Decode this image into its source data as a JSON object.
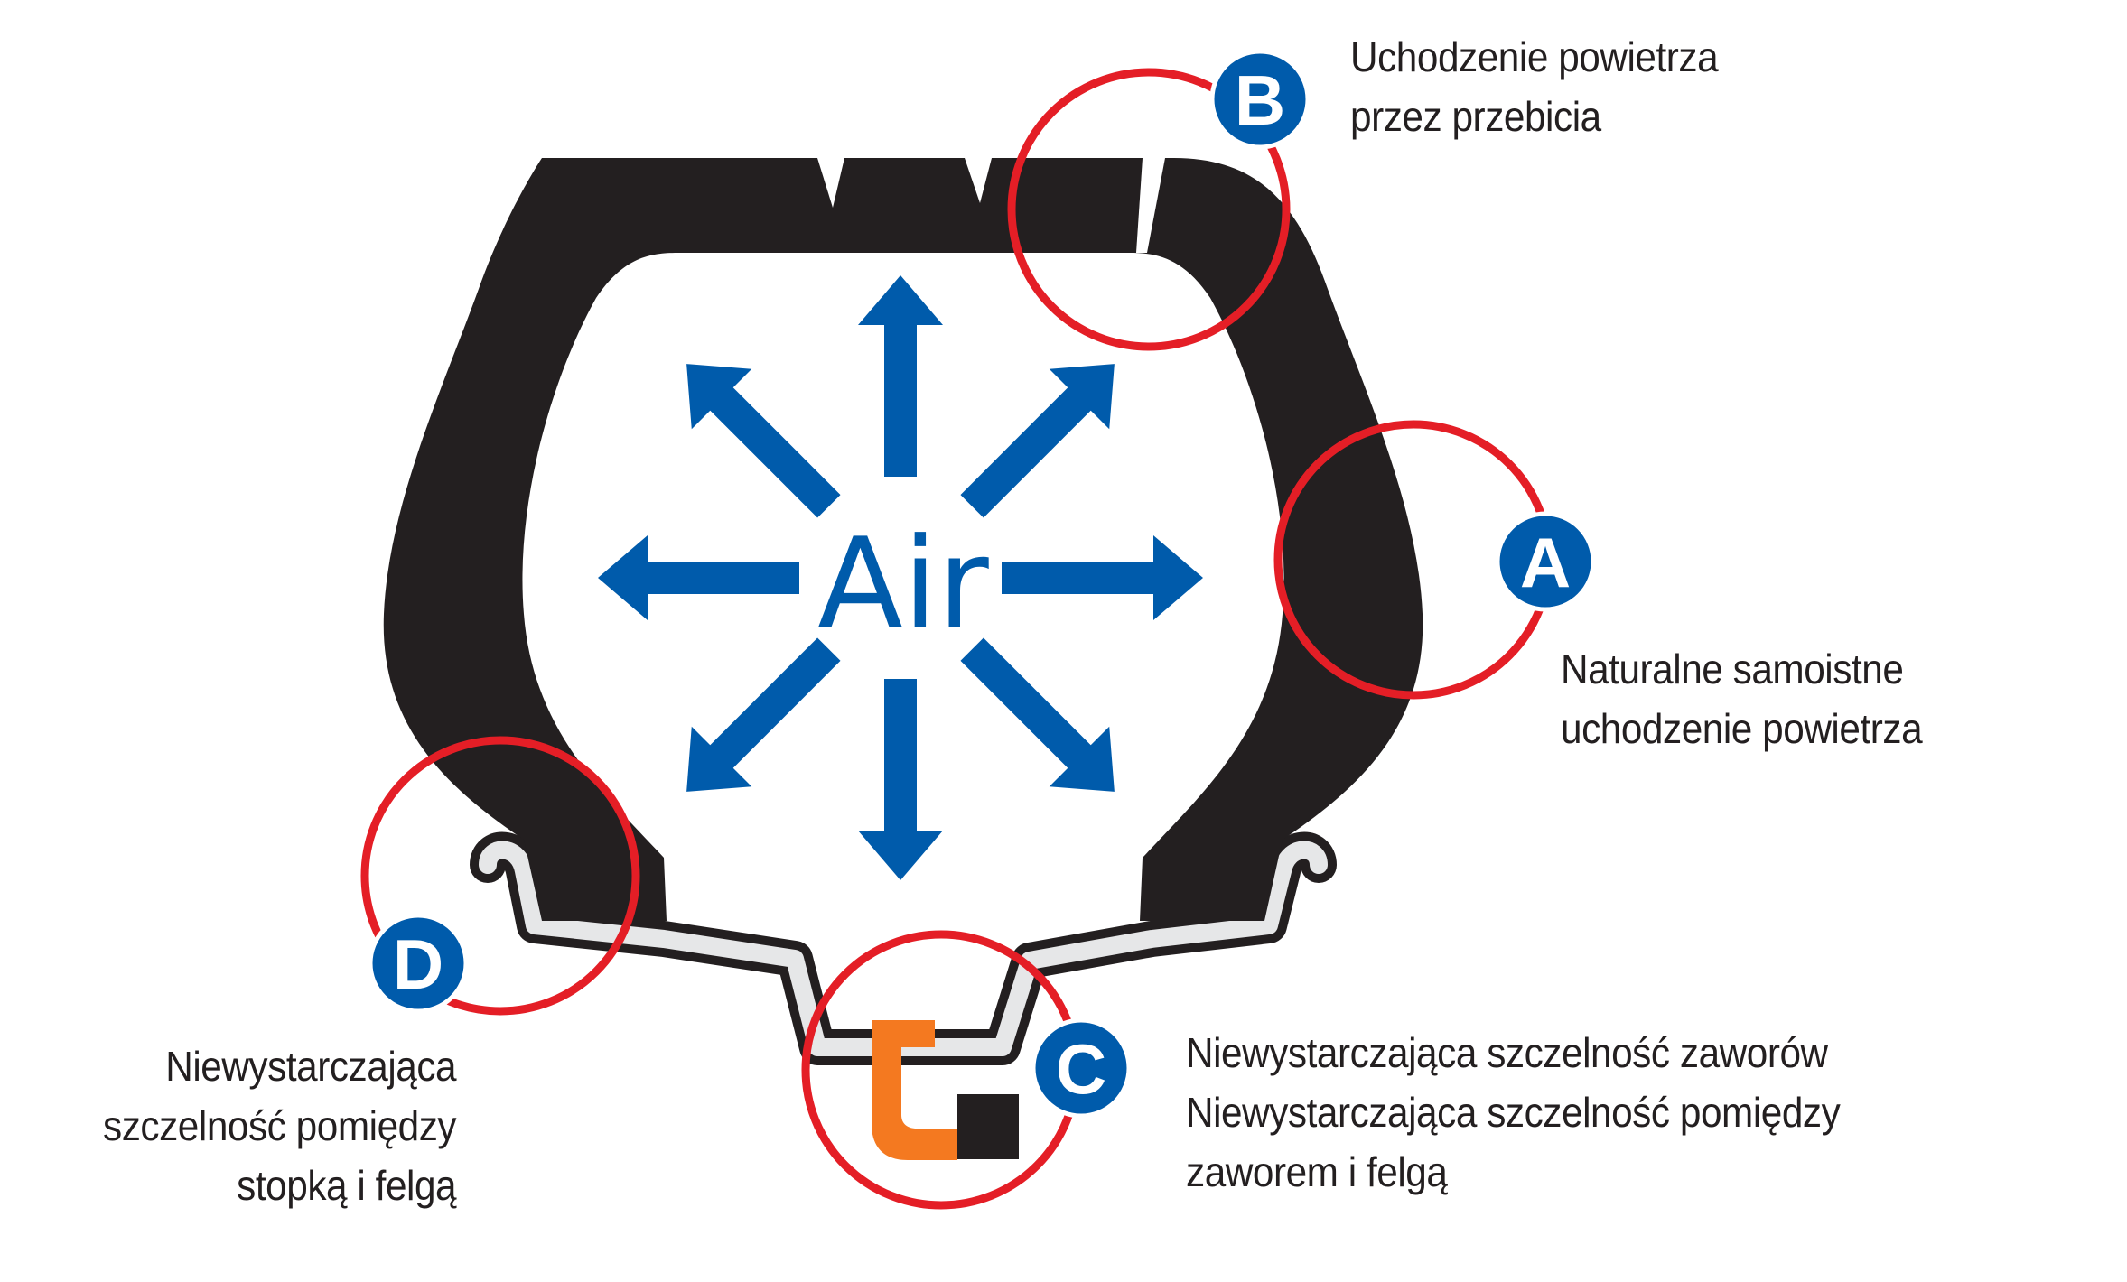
{
  "center_label": "Air",
  "colors": {
    "tire": "#231f20",
    "rim": "#e6e7e8",
    "arrow": "#005bab",
    "circle": "#e41e26",
    "badge": "#005bab",
    "valve": "#f47920"
  },
  "markers": [
    {
      "letter": "A",
      "lines": [
        "Naturalne samoistne",
        "uchodzenie powietrza"
      ]
    },
    {
      "letter": "B",
      "lines": [
        "Uchodzenie powietrza",
        "przez przebicia"
      ]
    },
    {
      "letter": "C",
      "lines": [
        "Niewystarczająca szczelność zaworów",
        "Niewystarczająca szczelność pomiędzy",
        "zaworem i felgą"
      ]
    },
    {
      "letter": "D",
      "lines": [
        "Niewystarczająca",
        "szczelność pomiędzy",
        "stopką i felgą"
      ]
    }
  ]
}
